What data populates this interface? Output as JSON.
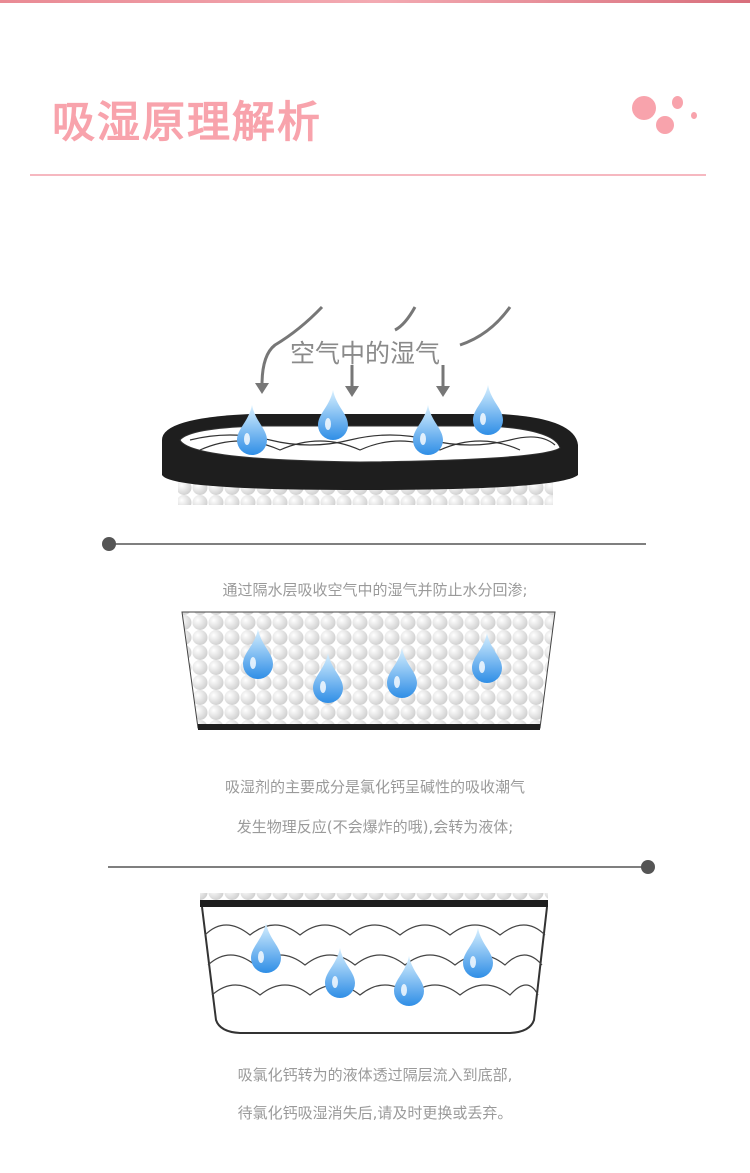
{
  "header": {
    "title": "吸湿原理解析"
  },
  "diagram": {
    "air_label": "空气中的湿气"
  },
  "captions": [
    "通过隔水层吸收空气中的湿气并防止水分回渗;",
    "吸湿剂的主要成分是氯化钙呈碱性的吸收潮气",
    "发生物理反应(不会爆炸的哦),会转为液体;",
    "吸氯化钙转为的液体透过隔层流入到底部,",
    "待氯化钙吸湿消失后,请及时更换或丢弃。"
  ],
  "colors": {
    "accent": "#f8a3ac",
    "drop": "#4aa0e8"
  }
}
